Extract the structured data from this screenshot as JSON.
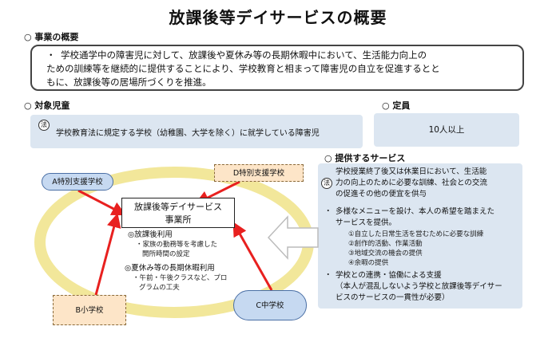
{
  "title": "放課後等デイサービスの概要",
  "overview": {
    "heading": "○ 事業の概要",
    "bullet": "・",
    "lines": [
      "学校通学中の障害児に対して、放課後や夏休み等の長期休暇中において、生活能力向上の",
      "ための訓練等を継続的に提供することにより、学校教育と相まって障害児の自立を促進するとと",
      "もに、放課後等の居場所づくりを推進。"
    ]
  },
  "target": {
    "heading": "○ 対象児童",
    "law_mark": "法",
    "text": "学校教育法に規定する学校（幼稚園、大学を除く）に就学している障害児"
  },
  "quota": {
    "heading": "○ 定員",
    "value": "10人以上"
  },
  "services": {
    "heading": "○ 提供するサービス",
    "law_mark": "法",
    "item1": [
      "学校授業終了後又は休業日において、生活能",
      "力の向上のために必要な訓練、社会との交流",
      "の促進その他の便宜を供与"
    ],
    "item2": [
      "多様なメニューを設け、本人の希望を踏まえた",
      "サービスを提供。"
    ],
    "item2_sub": [
      "①自立した日常生活を営むために必要な訓練",
      "②創作的活動、作業活動",
      "③地域交流の機会の提供",
      "④余暇の提供"
    ],
    "item3": [
      "学校との連携・協働による支援",
      "（本人が混乱しないよう学校と放課後等デイサー",
      "ビスのサービスの一貫性が必要）"
    ]
  },
  "diagram": {
    "center": [
      "放課後等デイサービス",
      "事業所"
    ],
    "usage1_title": "◎放課後利用",
    "usage1_lines": [
      "・家族の勤務等を考慮した",
      "開所時間の設定"
    ],
    "usage2_title": "◎夏休み等の長期休暇利用",
    "usage2_lines": [
      "・午前・午後クラスなど、プロ",
      "グラムの工夫"
    ],
    "schools": {
      "a": "A特別支援学校",
      "d": "D特別支援学校",
      "b": "B小学校",
      "c": "C中学校"
    }
  },
  "colors": {
    "ellipse": "#f2e79a",
    "arrow": "#e8201f",
    "panel": "#dce6f1"
  }
}
